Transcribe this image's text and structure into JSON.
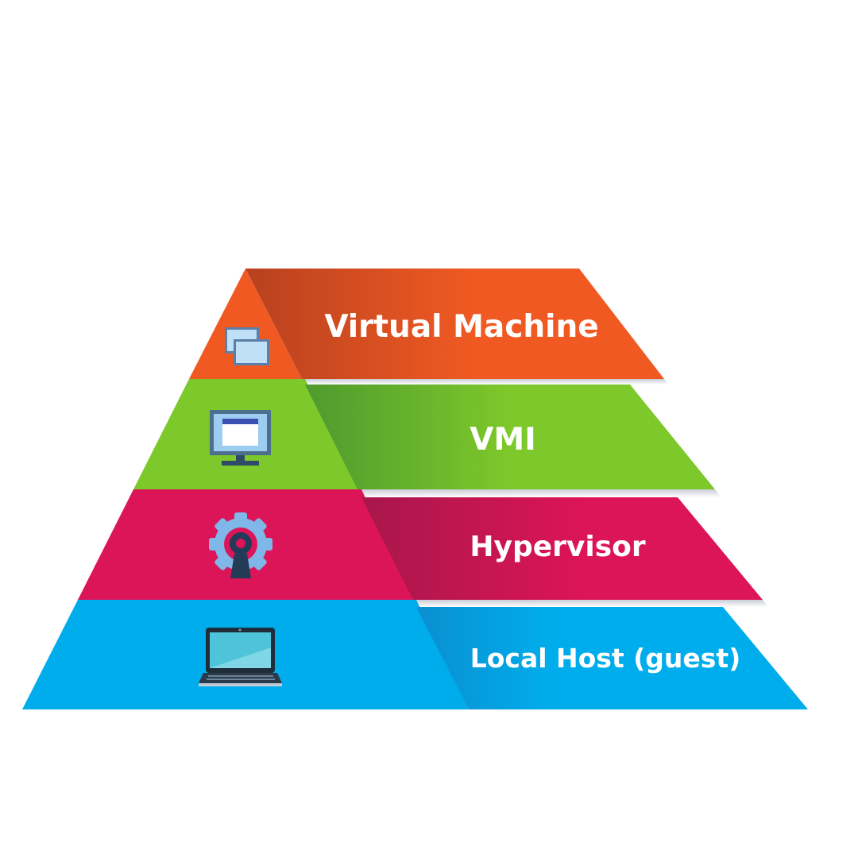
{
  "layers": [
    {
      "label": "Virtual Machine",
      "icon": "windows-icon",
      "color": "#F05A22",
      "shade": "#B8411F"
    },
    {
      "label": "VMI",
      "icon": "monitor-icon",
      "color": "#7DC82A",
      "shade": "#4F9A2E"
    },
    {
      "label": "Hypervisor",
      "icon": "gear-keyhole-icon",
      "color": "#DC1458",
      "shade": "#A8174A"
    },
    {
      "label": "Local Host (guest)",
      "icon": "laptop-icon",
      "color": "#00ADEC",
      "shade": "#0A8FD0"
    }
  ]
}
